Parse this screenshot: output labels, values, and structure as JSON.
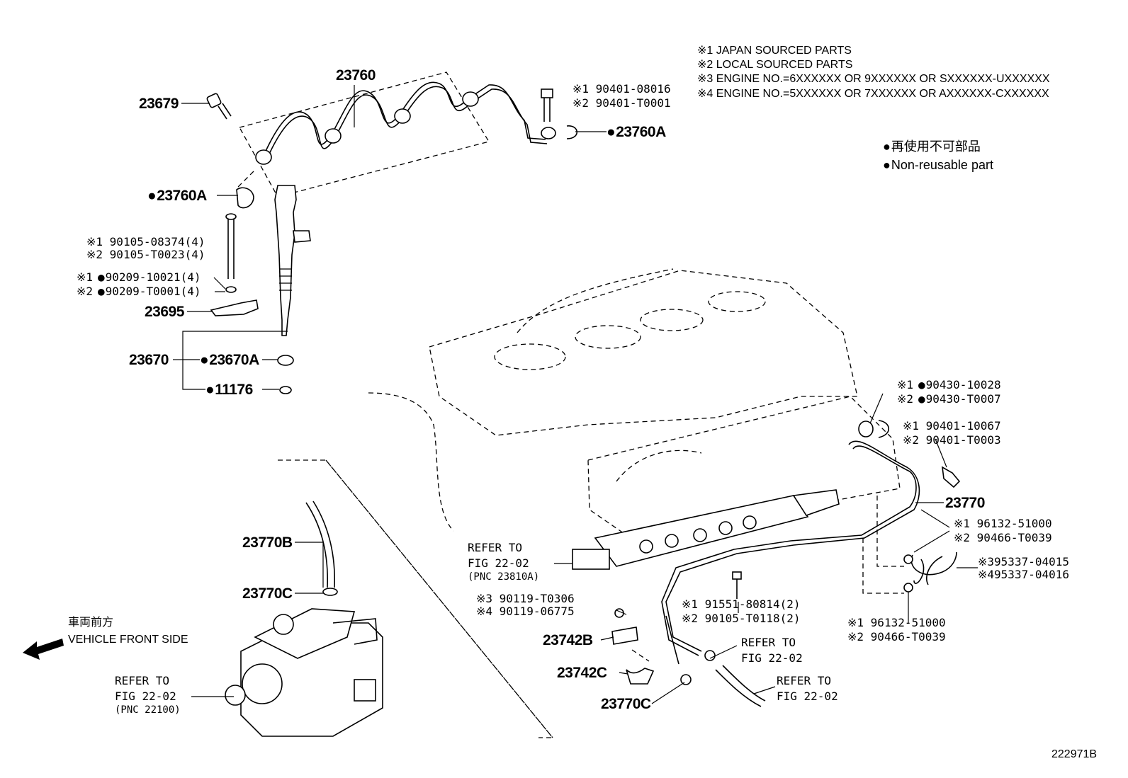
{
  "notes": {
    "line1": "※1 JAPAN SOURCED PARTS",
    "line2": "※2 LOCAL SOURCED PARTS",
    "line3": "※3 ENGINE NO.=6XXXXXX OR 9XXXXXX OR SXXXXXX-UXXXXXX",
    "line4": "※4 ENGINE NO.=5XXXXXX OR 7XXXXXX OR AXXXXXX-CXXXXXX"
  },
  "legend": {
    "jp": "再使用不可部品",
    "en": "Non-reusable part"
  },
  "parts": {
    "p23760": "23760",
    "p23679": "23679",
    "p23760A_top": "23760A",
    "p23760A_left": "23760A",
    "p90401_08016": "※1 90401-08016",
    "p90401_T0001": "※2 90401-T0001",
    "p90105_08374": "※1 90105-08374(4)",
    "p90105_T0023": "※2 90105-T0023(4)",
    "p90209_10021_pre": "※1",
    "p90209_10021": "90209-10021(4)",
    "p90209_T0001_pre": "※2",
    "p90209_T0001": "90209-T0001(4)",
    "p23695": "23695",
    "p23670": "23670",
    "p23670A": "23670A",
    "p11176": "11176",
    "p90430_10028_pre": "※1",
    "p90430_10028": "90430-10028",
    "p90430_T0007_pre": "※2",
    "p90430_T0007": "90430-T0007",
    "p90401_10067": "※1 90401-10067",
    "p90401_T0003": "※2 90401-T0003",
    "p23770": "23770",
    "p96132_51000_a": "※1 96132-51000",
    "p90466_T0039_a": "※2 90466-T0039",
    "p95337_04015": "※395337-04015",
    "p95337_04016": "※495337-04016",
    "p96132_51000_b": "※1 96132-51000",
    "p90466_T0039_b": "※2 90466-T0039",
    "p91551_80814": "※1 91551-80814(2)",
    "p90105_T0118": "※2 90105-T0118(2)",
    "p90119_T0306": "※3 90119-T0306",
    "p90119_06775": "※4 90119-06775",
    "p23742B": "23742B",
    "p23742C": "23742C",
    "p23770C_bottom": "23770C",
    "p23770B": "23770B",
    "p23770C_left": "23770C"
  },
  "refs": {
    "ref_rail_1": "REFER TO",
    "ref_rail_2": "FIG 22-02",
    "ref_rail_3": "(PNC 23810A)",
    "ref_pump_1": "REFER TO",
    "ref_pump_2": "FIG 22-02",
    "ref_pump_3": "(PNC 22100)",
    "ref_hose1_1": "REFER TO",
    "ref_hose1_2": "FIG 22-02",
    "ref_hose2_1": "REFER TO",
    "ref_hose2_2": "FIG 22-02"
  },
  "vehicle_front": {
    "jp": "車両前方",
    "en": "VEHICLE FRONT SIDE"
  },
  "figure_id": "222971B"
}
